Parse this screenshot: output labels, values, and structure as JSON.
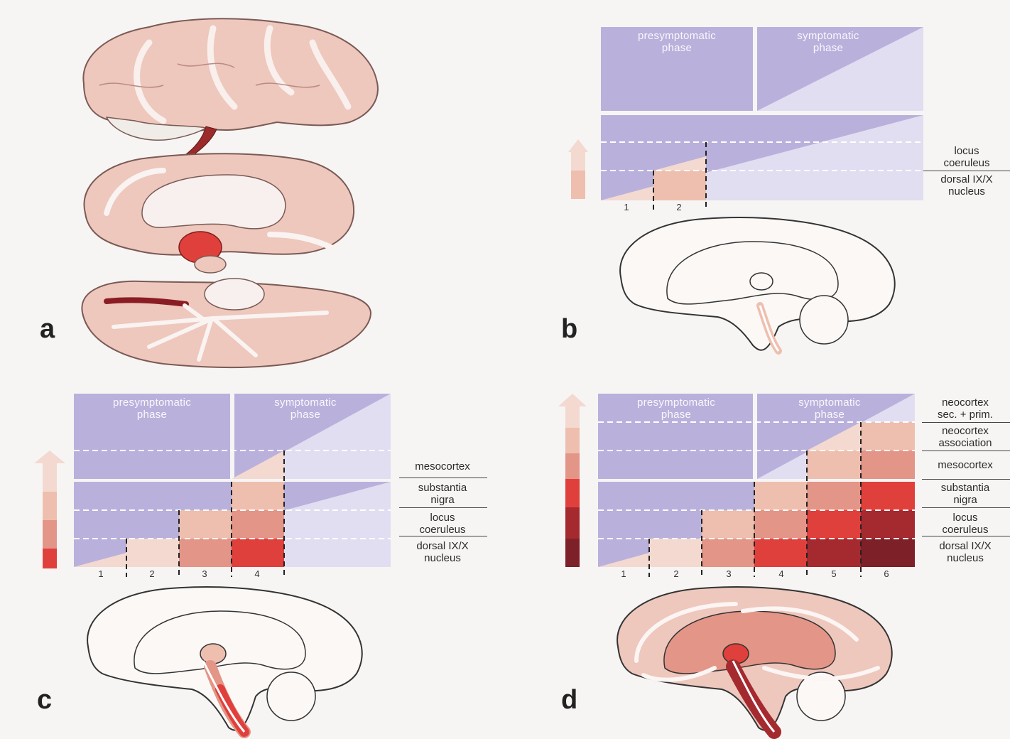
{
  "panels": {
    "a": {
      "letter": "a"
    },
    "b": {
      "letter": "b",
      "phases": {
        "pre": "presymptomatic\nphase",
        "sym": "symptomatic\nphase"
      },
      "regions": [
        "locus\ncoeruleus",
        "dorsal IX/X\nnucleus"
      ],
      "stages": [
        "1",
        "2"
      ]
    },
    "c": {
      "letter": "c",
      "phases": {
        "pre": "presymptomatic\nphase",
        "sym": "symptomatic\nphase"
      },
      "regions": [
        "mesocortex",
        "substantia\nnigra",
        "locus\ncoeruleus",
        "dorsal IX/X\nnucleus"
      ],
      "stages": [
        "1",
        "2",
        "3",
        "4"
      ]
    },
    "d": {
      "letter": "d",
      "phases": {
        "pre": "presymptomatic\nphase",
        "sym": "symptomatic\nphase"
      },
      "regions": [
        "neocortex\nsec. + prim.",
        "neocortex\nassociation",
        "mesocortex",
        "substantia\nnigra",
        "locus\ncoeruleus",
        "dorsal IX/X\nnucleus"
      ],
      "stages": [
        "1",
        "2",
        "3",
        "4",
        "5",
        "6"
      ]
    }
  },
  "colors": {
    "lilac": "#b9b1dc",
    "lilac_light": "#e2def1",
    "pale": "#f3d9d0",
    "light": "#eebfae",
    "mid": "#e39588",
    "strong": "#e0403c",
    "dark": "#a52a30",
    "darkest": "#7e2028",
    "brain_fill": "#eec7bd",
    "brain_outline": "#7a5a55"
  }
}
